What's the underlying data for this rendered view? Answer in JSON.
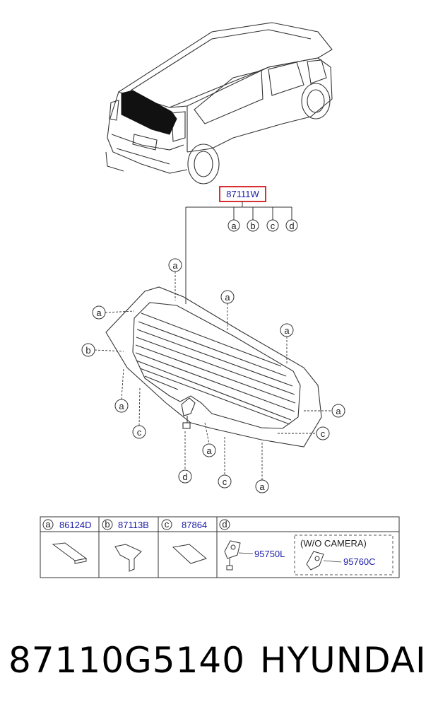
{
  "main_part_number": "87111W",
  "callout_letters": [
    "a",
    "b",
    "c",
    "d"
  ],
  "legend": {
    "items": [
      {
        "letter": "a",
        "part": "86124D"
      },
      {
        "letter": "b",
        "part": "87113B"
      },
      {
        "letter": "c",
        "part": "87864"
      },
      {
        "letter": "d",
        "part": ""
      }
    ],
    "d_part_main": "95750L",
    "d_alt_label": "(W/O CAMERA)",
    "d_part_alt": "95760C"
  },
  "footer": {
    "part_number": "87110G5140",
    "brand": "HYUNDAI"
  }
}
